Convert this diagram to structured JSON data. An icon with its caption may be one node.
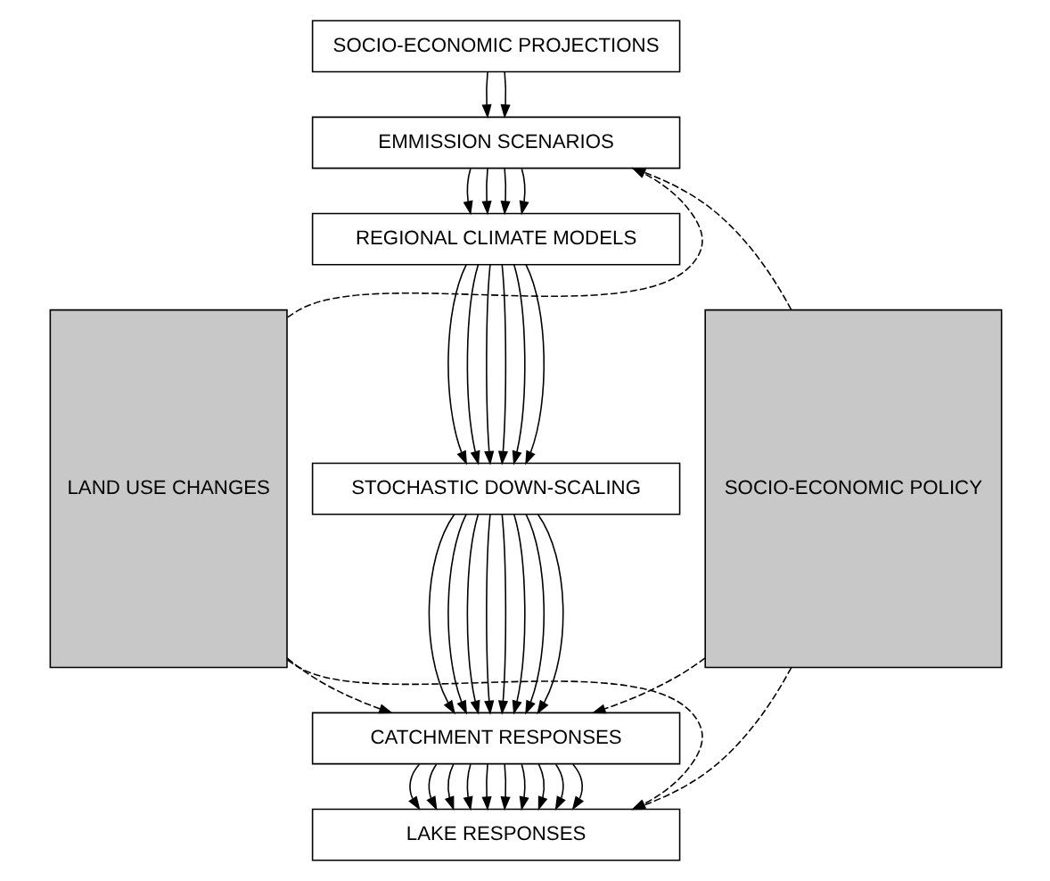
{
  "diagram": {
    "nodes": [
      {
        "text": [
          "SOCIO-ECONOMIC PROJECTIONS"
        ]
      },
      {
        "text": [
          "EMMISSION SCENARIOS"
        ]
      },
      {
        "text": [
          "REGIONAL CLIMATE MODELS"
        ]
      },
      {
        "text": [
          "STOCHASTIC DOWN-SCALING"
        ]
      },
      {
        "text": [
          "CATCHMENT RESPONSES"
        ]
      },
      {
        "text": [
          "LAKE RESPONSES"
        ]
      },
      {
        "text": [
          "LAND USE CHANGES"
        ]
      },
      {
        "text": [
          "SOCIO-ECONOMIC POLICY"
        ]
      }
    ],
    "edges": [
      {
        "from": 0,
        "to": 1,
        "arrow": "to"
      },
      {
        "from": 0,
        "to": 1,
        "arrow": "to"
      },
      {
        "from": 1,
        "to": 2,
        "arrow": "to"
      },
      {
        "from": 1,
        "to": 2,
        "arrow": "to"
      },
      {
        "from": 1,
        "to": 2,
        "arrow": "to"
      },
      {
        "from": 1,
        "to": 2,
        "arrow": "to"
      },
      {
        "from": 2,
        "to": 3,
        "arrow": "to"
      },
      {
        "from": 2,
        "to": 3,
        "arrow": "to"
      },
      {
        "from": 2,
        "to": 3,
        "arrow": "to"
      },
      {
        "from": 2,
        "to": 3,
        "arrow": "to"
      },
      {
        "from": 2,
        "to": 3,
        "arrow": "to"
      },
      {
        "from": 2,
        "to": 3,
        "arrow": "to"
      },
      {
        "from": 3,
        "to": 4,
        "arrow": "to"
      },
      {
        "from": 3,
        "to": 4,
        "arrow": "to"
      },
      {
        "from": 3,
        "to": 4,
        "arrow": "to"
      },
      {
        "from": 3,
        "to": 4,
        "arrow": "to"
      },
      {
        "from": 3,
        "to": 4,
        "arrow": "to"
      },
      {
        "from": 3,
        "to": 4,
        "arrow": "to"
      },
      {
        "from": 3,
        "to": 4,
        "arrow": "to"
      },
      {
        "from": 3,
        "to": 4,
        "arrow": "to"
      },
      {
        "from": 4,
        "to": 5,
        "arrow": "to"
      },
      {
        "from": 4,
        "to": 5,
        "arrow": "to"
      },
      {
        "from": 4,
        "to": 5,
        "arrow": "to"
      },
      {
        "from": 4,
        "to": 5,
        "arrow": "to"
      },
      {
        "from": 4,
        "to": 5,
        "arrow": "to"
      },
      {
        "from": 4,
        "to": 5,
        "arrow": "to"
      },
      {
        "from": 4,
        "to": 5,
        "arrow": "to"
      },
      {
        "from": 4,
        "to": 5,
        "arrow": "to"
      },
      {
        "from": 4,
        "to": 5,
        "arrow": "to"
      },
      {
        "from": 4,
        "to": 5,
        "arrow": "to"
      },
      {
        "from": 6,
        "to": 1,
        "arrow": "to",
        "style": "dashed"
      },
      {
        "from": 6,
        "to": 4,
        "arrow": "to",
        "style": "dashed"
      },
      {
        "from": 6,
        "to": 5,
        "arrow": "to",
        "style": "dashed"
      },
      {
        "from": 7,
        "to": 1,
        "arrow": "to",
        "style": "dashed"
      },
      {
        "from": 7,
        "to": 4,
        "arrow": "to",
        "style": "dashed"
      },
      {
        "from": 7,
        "to": 5,
        "arrow": "to",
        "style": "dashed"
      }
    ]
  }
}
